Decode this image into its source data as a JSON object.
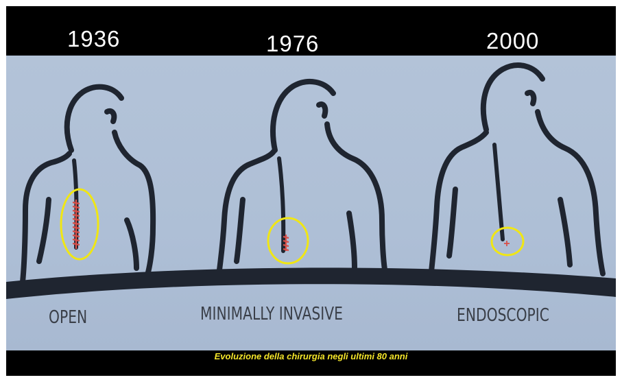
{
  "years": {
    "first": "1936",
    "second": "1976",
    "third": "2000"
  },
  "labels": {
    "first": "OPEN",
    "second": "MINIMALLY INVASIVE",
    "third": "ENDOSCOPIC"
  },
  "caption": "Evoluzione della chirurgia negli ultimi 80 anni",
  "colors": {
    "background_paper": "#b3c3d8",
    "line_art": "#1f2530",
    "circle_highlight": "#f0e614",
    "incision": "#d8504a",
    "caption_text": "#f5e62a"
  }
}
